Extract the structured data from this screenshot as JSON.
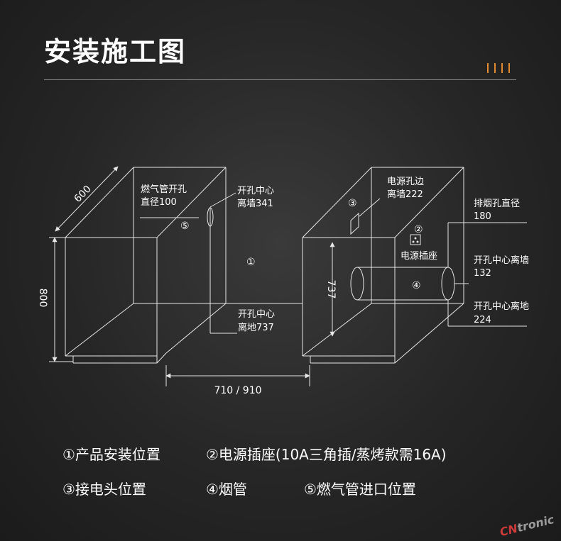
{
  "title": "安装施工图",
  "dimensions": {
    "depth": "600",
    "height": "800",
    "inner_height": "737",
    "gap": "710 / 910"
  },
  "labels": {
    "gas_hole": [
      "燃气管开孔",
      "直径100"
    ],
    "gas_center_wall": [
      "开孔中心",
      "离墙341"
    ],
    "gas_center_floor": [
      "开孔中心",
      "离地737"
    ],
    "power_edge_wall": [
      "电源孔边",
      "离墙222"
    ],
    "smoke_diameter": [
      "排烟孔直径",
      "180"
    ],
    "smoke_center_wall": [
      "开孔中心离墙",
      "132"
    ],
    "smoke_center_floor": [
      "开孔中心离地",
      "224"
    ],
    "socket": "电源插座"
  },
  "markers": {
    "m1": "①",
    "m2": "②",
    "m3": "③",
    "m4": "④",
    "m5": "⑤"
  },
  "legend": {
    "l1": "①产品安装位置",
    "l2": "②电源插座(10A三角插/蒸烤款需16A)",
    "l3": "③接电头位置",
    "l4": "④烟管",
    "l5": "⑤燃气管进口位置"
  },
  "watermark": {
    "cn": "CN",
    "rest": "tronic"
  },
  "colors": {
    "line": "#e6e6e6",
    "accent": "#e08a2f"
  }
}
